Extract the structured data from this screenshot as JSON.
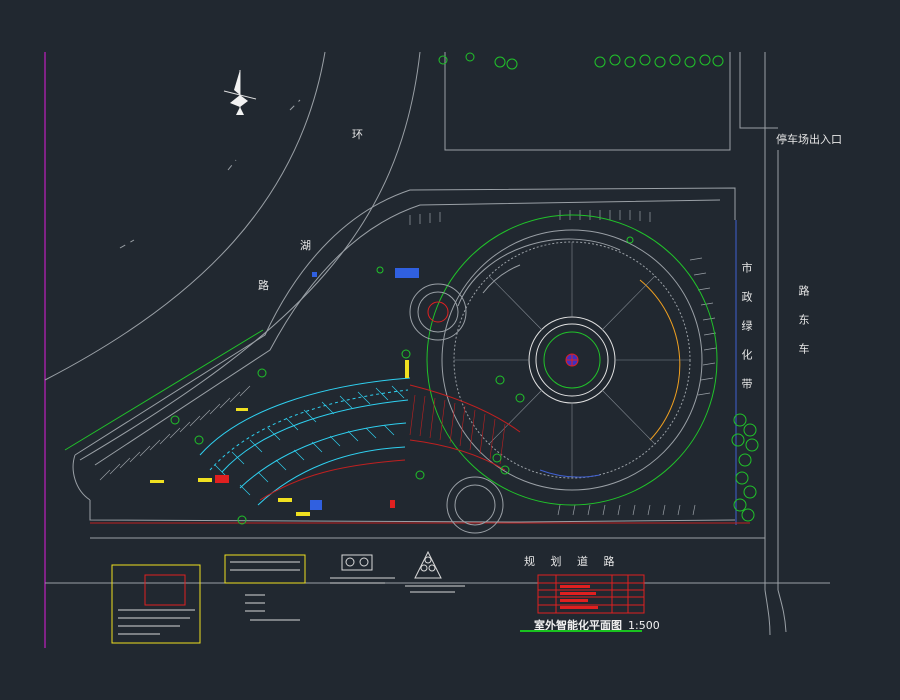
{
  "labels": {
    "huan": "环",
    "hu": "湖",
    "lu": "路",
    "parking_exit": "停车场出入口",
    "planned_road": "规 划 道 路",
    "municipal_green": "市政绿化带",
    "east_road": "路东车",
    "legend_title": "室外智能化平面图",
    "scale": "1:500"
  },
  "colors": {
    "background": "#212830",
    "building_cyan": "#2fd0f0",
    "accent_red": "#e02020",
    "accent_yellow": "#f0e020",
    "green": "#21c32a",
    "magenta": "#c020c0",
    "line_white": "#d8d8d8"
  },
  "icons": [
    "north-arrow-icon"
  ]
}
